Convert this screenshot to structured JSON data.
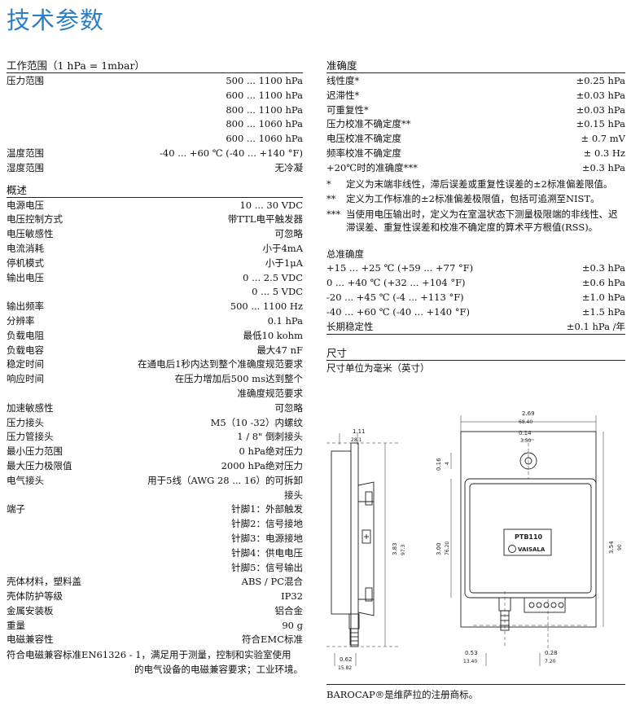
{
  "page_title": "技术参数",
  "left": {
    "working_range": {
      "header": "工作范围（1 hPa = 1mbar）",
      "rows": [
        {
          "label": "压力范围",
          "values": [
            "500 ... 1100 hPa",
            "600 ... 1100 hPa",
            "800 ... 1100 hPa",
            "800 ... 1060 hPa",
            "600 ... 1060 hPa"
          ]
        },
        {
          "label": "温度范围",
          "values": [
            "-40 ... +60 ℃ (-40 ... +140 °F)"
          ]
        },
        {
          "label": "湿度范围",
          "values": [
            "无冷凝"
          ]
        }
      ]
    },
    "general": {
      "header": "概述",
      "rows": [
        {
          "label": "电源电压",
          "values": [
            "10 ... 30 VDC"
          ]
        },
        {
          "label": "电压控制方式",
          "values": [
            "带TTL电平触发器"
          ]
        },
        {
          "label": "电压敏感性",
          "values": [
            "可忽略"
          ]
        },
        {
          "label": "电流消耗",
          "values": [
            "小于4mA"
          ]
        },
        {
          "label": "停机模式",
          "values": [
            "小于1μA"
          ]
        },
        {
          "label": "输出电压",
          "values": [
            "0 ... 2.5 VDC",
            "0 ... 5 VDC"
          ]
        },
        {
          "label": "输出频率",
          "values": [
            "500 ... 1100 Hz"
          ]
        },
        {
          "label": "分辨率",
          "values": [
            "0.1 hPa"
          ]
        },
        {
          "label": "负载电阻",
          "values": [
            "最低10 kohm"
          ]
        },
        {
          "label": "负载电容",
          "values": [
            "最大47 nF"
          ]
        },
        {
          "label": "稳定时间",
          "values": [
            "在通电后1秒内达到整个准确度规范要求"
          ]
        },
        {
          "label": "响应时间",
          "values": [
            "在压力增加后500 ms达到整个",
            "准确度规范要求"
          ]
        },
        {
          "label": "加速敏感性",
          "values": [
            "可忽略"
          ]
        },
        {
          "label": "压力接头",
          "values": [
            "M5（10 -32）内螺纹"
          ]
        },
        {
          "label": "压力管接头",
          "values": [
            "1 / 8\" 倒刺接头"
          ]
        },
        {
          "label": "最小压力范围",
          "values": [
            "0 hPa绝对压力"
          ]
        },
        {
          "label": "最大压力极限值",
          "values": [
            "2000 hPa绝对压力"
          ]
        },
        {
          "label": "电气接头",
          "values": [
            "用于5线（AWG 28 ... 16）的可拆卸",
            "接头"
          ]
        },
        {
          "label": "端子",
          "values": [
            "针脚1：外部触发",
            "针脚2：信号接地",
            "针脚3：电源接地",
            "针脚4：供电电压",
            "针脚5：信号输出"
          ]
        },
        {
          "label": "壳体材料，塑料盖",
          "values": [
            "ABS / PC混合"
          ]
        },
        {
          "label": "壳体防护等级",
          "values": [
            "IP32"
          ]
        },
        {
          "label": "金属安装板",
          "values": [
            "铝合金"
          ]
        },
        {
          "label": "重量",
          "values": [
            "90 g"
          ]
        },
        {
          "label": "电磁兼容性",
          "values": [
            "符合EMC标准"
          ]
        }
      ],
      "emc_note_line1": "符合电磁兼容标准EN61326 - 1，满足用于测量，控制和实验室使用",
      "emc_note_line2": "的电气设备的电磁兼容要求；工业环境。"
    }
  },
  "right": {
    "accuracy": {
      "header": "准确度",
      "rows": [
        {
          "label": "线性度*",
          "value": "±0.25 hPa"
        },
        {
          "label": "迟滞性*",
          "value": "±0.03 hPa"
        },
        {
          "label": "可重复性*",
          "value": "±0.03 hPa"
        },
        {
          "label": "压力校准不确定度**",
          "value": "±0.15 hPa"
        },
        {
          "label": "电压校准不确定度",
          "value": "± 0.7 mV"
        },
        {
          "label": "频率校准不确定度",
          "value": "± 0.3 Hz"
        },
        {
          "label": "+20℃时的准确度***",
          "value": "±0.3 hPa"
        }
      ],
      "notes": [
        {
          "mark": "*",
          "text": "定义为末端非线性，滞后误差或重复性误差的±2标准偏差限值。"
        },
        {
          "mark": "**",
          "text": "定义为工作标准的±2标准偏差极限值，包括可追溯至NIST。"
        },
        {
          "mark": "***",
          "text": "当使用电压输出时，定义为在室温状态下测量极限端的非线性、迟滞误差、重复性误差和校准不确定度的算术平方根值(RSS)。"
        }
      ]
    },
    "total_accuracy": {
      "header": "总准确度",
      "rows": [
        {
          "label": "+15 ... +25 ℃ (+59 ... +77 °F)",
          "value": "±0.3 hPa"
        },
        {
          "label": "0 ... +40 ℃ (+32 ... +104 °F)",
          "value": "±0.6 hPa"
        },
        {
          "label": "-20 ... +45 ℃ (-4 ... +113 °F)",
          "value": "±1.0 hPa"
        },
        {
          "label": "-40 ... +60 ℃ (-40 ... +140 °F)",
          "value": "±1.5 hPa"
        }
      ],
      "long_term_label": "长期稳定性",
      "long_term_value": "±0.1 hPa /年"
    },
    "dimensions": {
      "header": "尺寸",
      "subtitle": "尺寸单位为毫米（英寸）",
      "labels": {
        "d1": "1.11",
        "d1b": "28.1",
        "d2": "2.69",
        "d2b": "68.40",
        "d3": "0.14",
        "d3b": "3.50",
        "d4": "0.16",
        "d4b": "4",
        "d5": "3.83",
        "d5b": "97.3",
        "d6": "3.00",
        "d6b": "76.20",
        "d7": "3.54",
        "d7b": "90",
        "d8": "0.62",
        "d8b": "15.82",
        "d9": "0.53",
        "d9b": "13.40",
        "d10": "0.28",
        "d10b": "7.20",
        "model": "PTB110",
        "brand": "VAISALA"
      }
    },
    "footer": "BAROCAP®是维萨拉的注册商标。"
  }
}
